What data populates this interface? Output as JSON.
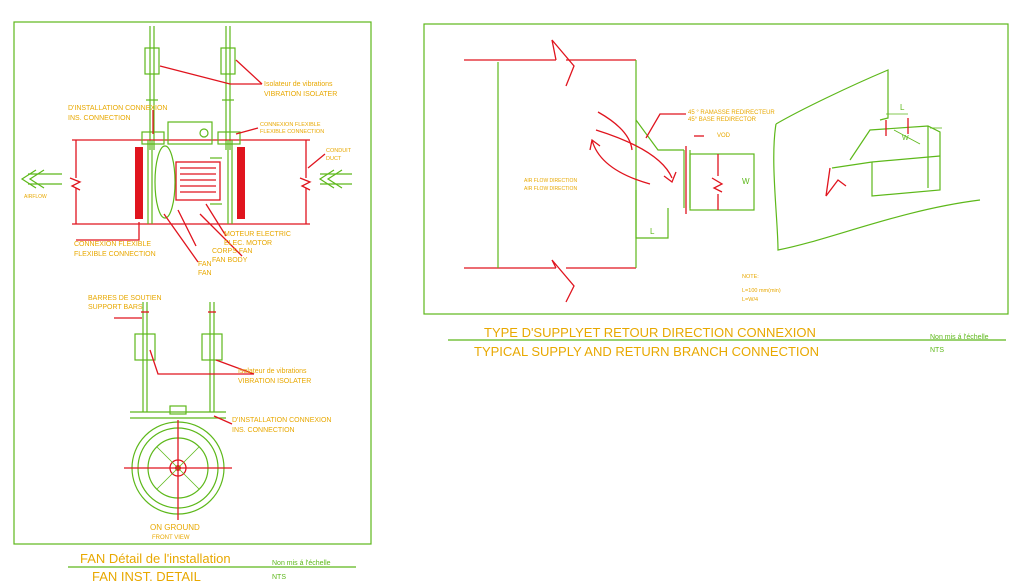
{
  "left_panel": {
    "vib1": "Isolateur de vibrations",
    "vib2": "VIBRATION ISOLATER",
    "ins1": "D'INSTALLATION CONNEXION",
    "ins2": "INS. CONNECTION",
    "flexr1": "CONNEXION FLEXIBLE",
    "flexr2": "FLEXIBLE CONNECTION",
    "conn_duct1": "CONDUIT",
    "conn_duct2": "DUCT",
    "airflow": "AIRFLOW",
    "flex_l1": "CONNEXION FLEXIBLE",
    "flex_l2": "FLEXIBLE CONNECTION",
    "motor1": "MOTEUR ELECTRIC",
    "motor2": "ELEC. MOTOR",
    "body1": "CORPS FAN",
    "body2": "FAN BODY",
    "fan1": "FAN",
    "fan2": "FAN",
    "bars1": "BARRES DE SOUTIEN",
    "bars2": "SUPPORT BARS",
    "vib1b": "Isolateur de vibrations",
    "vib2b": "VIBRATION ISOLATER",
    "ins1b": "D'INSTALLATION CONNEXION",
    "ins2b": "INS. CONNECTION",
    "front1": "ON GROUND",
    "front2": "FRONT VIEW"
  },
  "left_title": {
    "fr": "FAN Détail de l'installation",
    "en": "FAN INST. DETAIL",
    "scale_fr": "Non mis á l'échelle",
    "scale_en": "NTS"
  },
  "right_panel": {
    "damper1": "45 ° RAMASSE REDIRECTEUR",
    "damper2": "45° BASE REDIRECTOR",
    "vod": "VOD",
    "air1": "AIR FLOW DIRECTION",
    "air2": "AIR FLOW DIRECTION",
    "w1": "W",
    "l1": "L",
    "l2": "L",
    "w2": "W",
    "note1": "NOTE:",
    "note2": "L=100 mm(min)",
    "note3": "L=W/4"
  },
  "right_title": {
    "fr": "TYPE D'SUPPLYET RETOUR DIRECTION CONNEXION",
    "en": "TYPICAL SUPPLY AND RETURN BRANCH CONNECTION",
    "scale_fr": "Non mis á l'échelle",
    "scale_en": "NTS"
  },
  "colors": {
    "line": "#5db81a",
    "accent": "#e0141e",
    "text": "#e8a800"
  }
}
